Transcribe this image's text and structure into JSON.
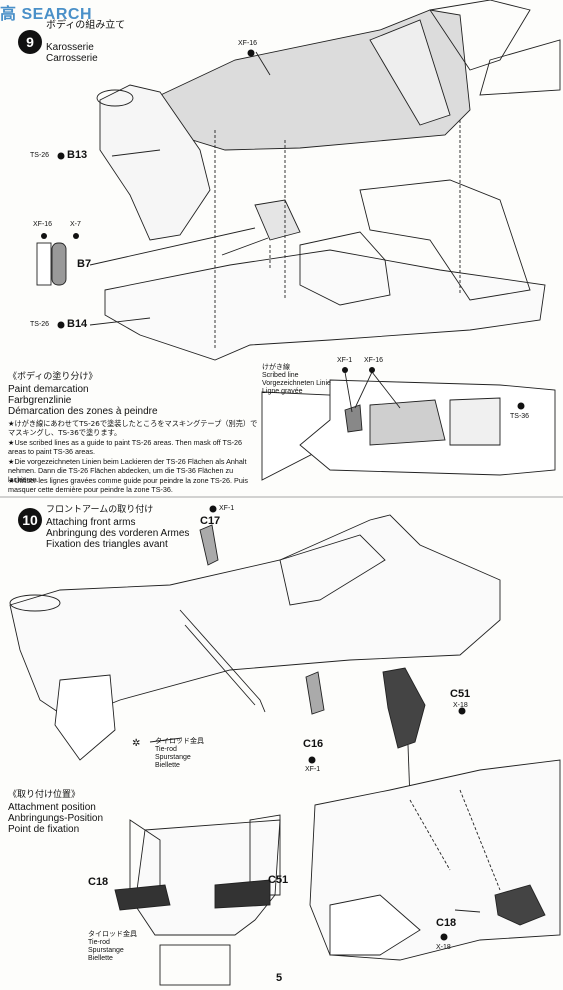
{
  "watermark": "高 SEARCH",
  "step9": {
    "number": "9",
    "title_jp": "ボディの組み立て",
    "title_de": "Karosserie",
    "title_fr": "Carrosserie",
    "paint_xf16": "XF-16",
    "paint_ts26_a": "TS-26",
    "part_b13": "B13",
    "paint_xf16_b": "XF-16",
    "paint_x7": "X-7",
    "part_b7": "B7",
    "paint_ts26_b": "TS-26",
    "part_b14": "B14"
  },
  "demarcation": {
    "title_jp": "《ボディの塗り分け》",
    "title_en": "Paint demarcation",
    "title_de": "Farbgrenzlinie",
    "title_fr": "Démarcation des zones à peindre",
    "note_jp": "★けがき線にあわせてTS-26で塗装したところをマスキングテープ（別売）でマスキングし、TS-36で塗ります。",
    "note_en": "★Use scribed lines as a guide to paint TS-26 areas. Then mask off TS-26 areas to paint TS-36 areas.",
    "note_de": "★Die vorgezeichneten Linien beim Lackieren der TS-26 Flächen als Anhalt nehmen. Dann die TS-26 Flächen abdecken, um die TS-36 Flächen zu lackieren.",
    "note_fr": "★Utiliser les lignes gravées comme guide pour peindre la zone TS-26. Puis masquer cette dernière pour peindre la zone TS-36.",
    "scribed_jp": "けがき線",
    "scribed_en": "Scribed line",
    "scribed_de": "Vorgezeichneten Linie",
    "scribed_fr": "Ligne gravée",
    "paint_xf1": "XF-1",
    "paint_xf16": "XF-16",
    "paint_ts36": "TS-36"
  },
  "step10": {
    "number": "10",
    "title_jp": "フロントアームの取り付け",
    "title_en": "Attaching front arms",
    "title_de": "Anbringung des vorderen Armes",
    "title_fr": "Fixation des triangles avant",
    "paint_xf1_a": "XF-1",
    "part_c17": "C17",
    "part_c51": "C51",
    "paint_x18_a": "X-18",
    "part_c16": "C16",
    "paint_xf1_b": "XF-1",
    "tierod_jp": "タイロッド金具",
    "tierod_en": "Tie-rod",
    "tierod_de": "Spurstange",
    "tierod_fr": "Biellette"
  },
  "attachment": {
    "title_jp": "《取り付け位置》",
    "title_en": "Attachment position",
    "title_de": "Anbringungs-Position",
    "title_fr": "Point de fixation",
    "part_c18": "C18",
    "part_c51": "C51",
    "tierod_jp": "タイロッド金具",
    "tierod_en": "Tie-rod",
    "tierod_de": "Spurstange",
    "tierod_fr": "Biellette",
    "part_c18_b": "C18",
    "paint_x18_b": "X-18"
  },
  "page_number": "5"
}
